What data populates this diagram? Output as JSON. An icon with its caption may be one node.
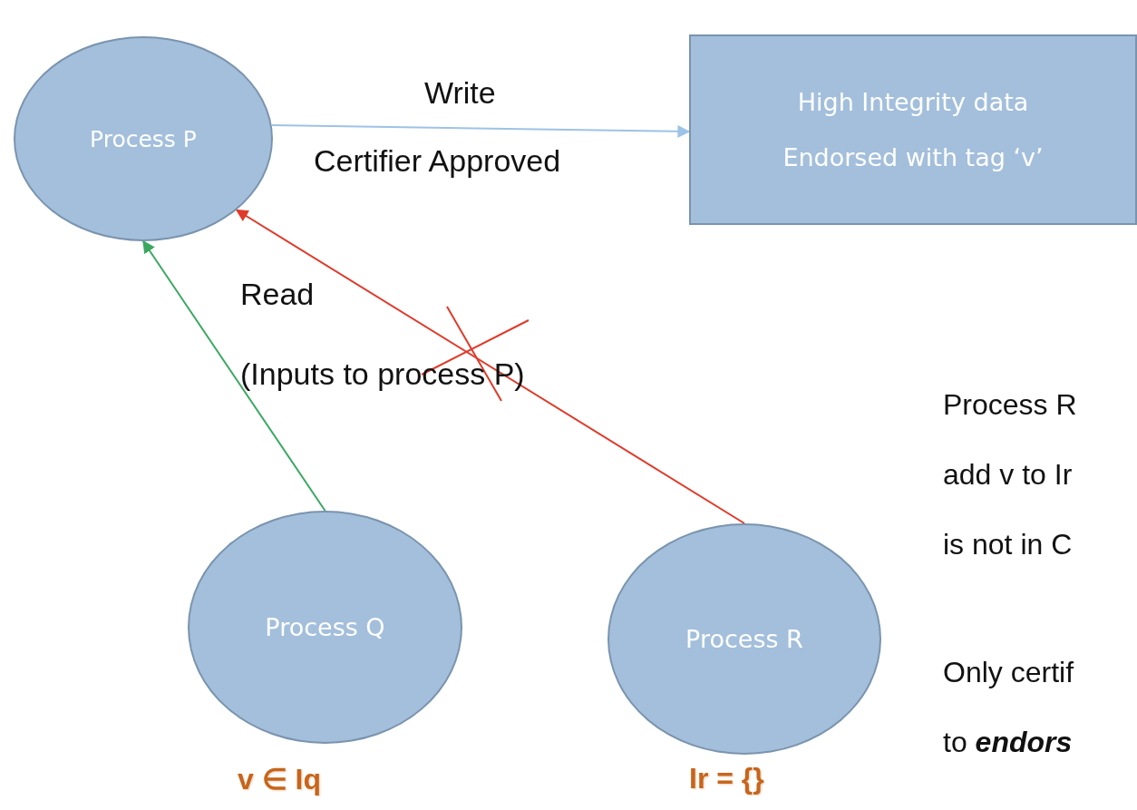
{
  "diagram": {
    "nodes": [
      {
        "text": [
          "Process P"
        ]
      },
      {
        "text": [
          "High Integrity data",
          "Endorsed with tag ‘v’"
        ]
      },
      {
        "text": [
          "Process Q"
        ],
        "beside": [
          "v ∈ Iq"
        ]
      },
      {
        "text": [
          "Process R"
        ],
        "beside": [
          "Ir = {}"
        ]
      }
    ],
    "edges": [
      {
        "from": 0,
        "to": 1,
        "arrow": "to",
        "label": "Write",
        "color": "#9dc3e6"
      },
      {
        "from": 2,
        "to": 0,
        "arrow": "to",
        "color": "#3aa860"
      },
      {
        "from": 3,
        "to": 0,
        "arrow": "to",
        "color": "#e03a2a"
      }
    ],
    "labels": [
      "Certifier Approved",
      "Read",
      "(Inputs to process P)",
      "Process R",
      "add v to Ir",
      "is not in C",
      "Only certif",
      "to **endors**"
    ]
  }
}
